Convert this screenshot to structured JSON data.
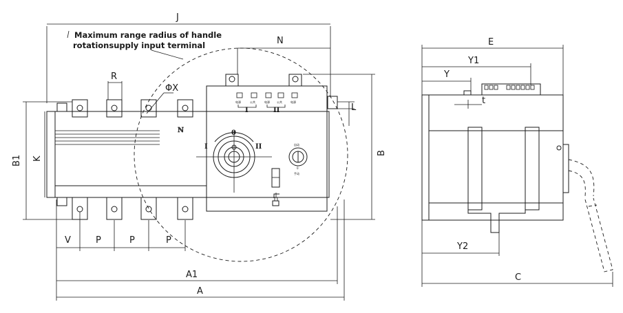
{
  "note": {
    "line1": "Maximum range radius of handle",
    "line2": "rotationsupply input terminal"
  },
  "dimensions": {
    "J": "J",
    "N": "N",
    "R": "R",
    "PhiX": "ΦX",
    "B1": "B1",
    "K": "K",
    "B": "B",
    "L": "L",
    "V": "V",
    "P": "P",
    "A1": "A1",
    "A": "A",
    "E": "E",
    "Y1": "Y1",
    "Y": "Y",
    "t": "t",
    "Y2": "Y2",
    "C": "C"
  },
  "panel": {
    "pos_I": "I",
    "pos_II": "II",
    "pos_0": "0",
    "group_I": "I",
    "group_II": "II",
    "terminal_labels": [
      "电源",
      "公共",
      "电源",
      "公共",
      "电源"
    ]
  },
  "knob": {
    "top": "自动",
    "bottom": "手动",
    "mid": "0"
  }
}
